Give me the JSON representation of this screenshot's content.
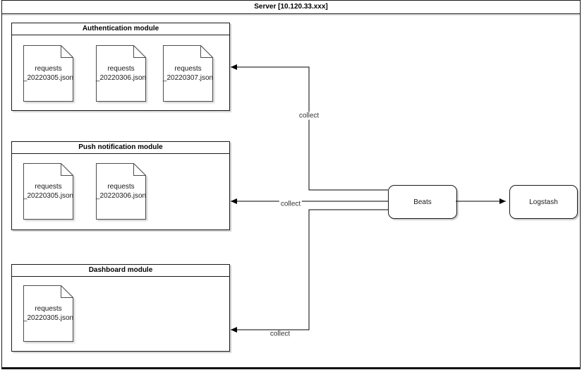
{
  "server": {
    "title": "Server [10.120.33.xxx]"
  },
  "modules": [
    {
      "title": "Authentication module",
      "files": [
        [
          "requests",
          "_20220305.json"
        ],
        [
          "requests",
          "_20220306.json"
        ],
        [
          "requests",
          "_20220307.json"
        ]
      ]
    },
    {
      "title": "Push notification module",
      "files": [
        [
          "requests",
          "_20220305.json"
        ],
        [
          "requests",
          "_20220306.json"
        ]
      ]
    },
    {
      "title": "Dashboard module",
      "files": [
        [
          "requests",
          "_20220305.json"
        ]
      ]
    }
  ],
  "nodes": {
    "beats": "Beats",
    "logstash": "Logstash"
  },
  "edges": {
    "collect_auth": "collect",
    "collect_push": "collect",
    "collect_dashboard": "collect"
  },
  "colors": {
    "background": "#ffffff",
    "box_stroke": "#1a1a1a",
    "file_stroke": "#4d4d4d",
    "shadow": "#d9d9d9",
    "text": "#000000"
  }
}
